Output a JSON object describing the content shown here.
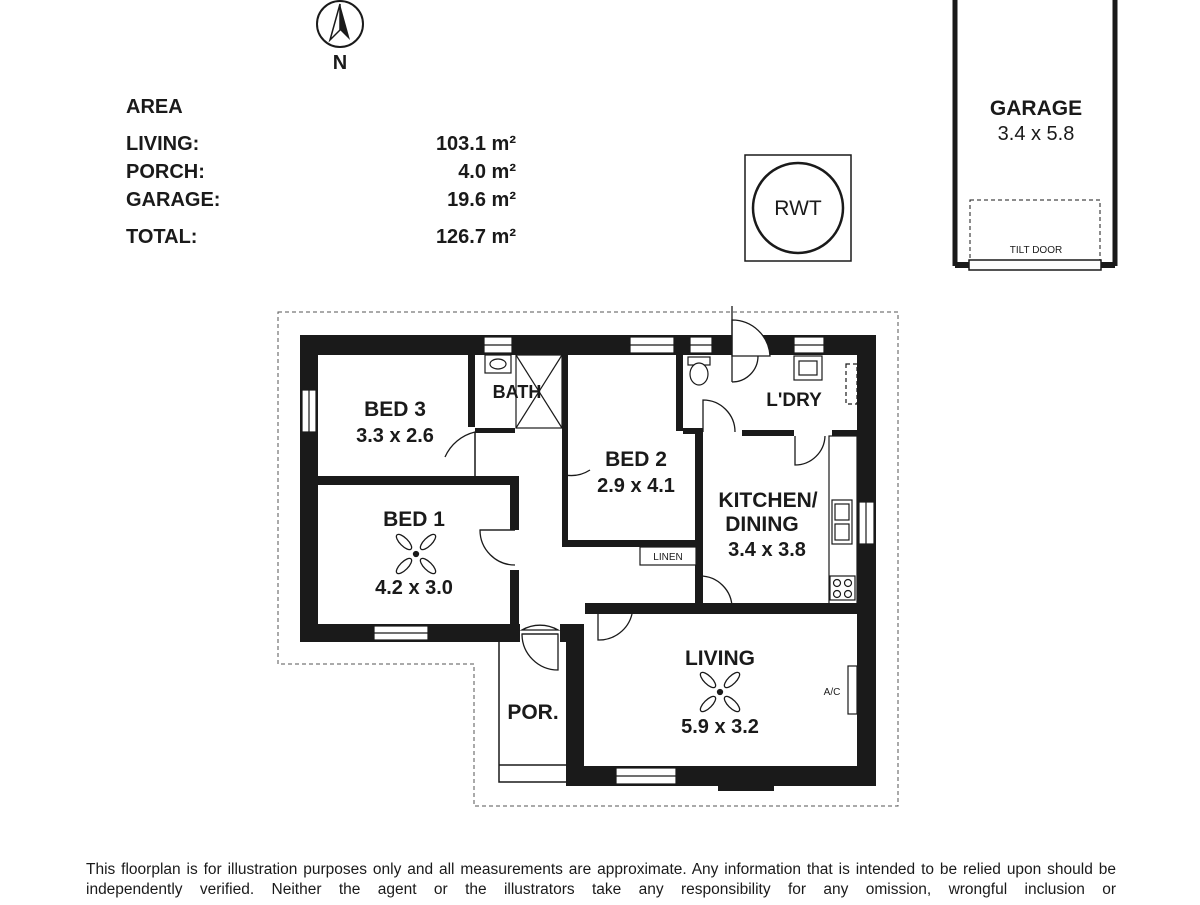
{
  "compass": {
    "label": "N"
  },
  "area": {
    "heading": "AREA",
    "rows": [
      {
        "label": "LIVING:",
        "value": "103.1 m²"
      },
      {
        "label": "PORCH:",
        "value": "4.0 m²"
      },
      {
        "label": "GARAGE:",
        "value": "19.6 m²"
      }
    ],
    "total": {
      "label": "TOTAL:",
      "value": "126.7 m²"
    }
  },
  "rwt": {
    "label": "RWT"
  },
  "garage": {
    "name": "GARAGE",
    "dims": "3.4 x 5.8",
    "door_label": "TILT DOOR"
  },
  "rooms": {
    "bed3": {
      "name": "BED 3",
      "dims": "3.3 x 2.6"
    },
    "bath": {
      "name": "BATH"
    },
    "bed2": {
      "name": "BED 2",
      "dims": "2.9 x 4.1"
    },
    "laundry": {
      "name": "L'DRY"
    },
    "bed1": {
      "name": "BED 1",
      "dims": "4.2 x 3.0"
    },
    "kitchen": {
      "name_line1": "KITCHEN/",
      "name_line2": "DINING",
      "dims": "3.4 x 3.8"
    },
    "linen": {
      "name": "LINEN"
    },
    "living": {
      "name": "LIVING",
      "dims": "5.9 x 3.2",
      "ac_label": "A/C"
    },
    "porch": {
      "name": "POR."
    }
  },
  "disclaimer": "This floorplan is for illustration purposes only and all measurements are approximate. Any information that is intended to be relied upon should be independently verified. Neither the agent or the illustrators take any responsibility for any omission, wrongful inclusion or"
}
